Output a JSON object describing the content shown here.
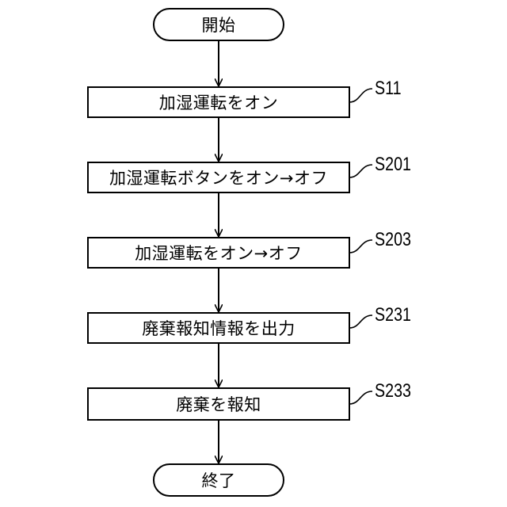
{
  "flowchart": {
    "start": "開始",
    "end": "終了",
    "steps": [
      {
        "id": "S11",
        "text": "加湿運転をオン"
      },
      {
        "id": "S201",
        "text": "加湿運転ボタンをオン→オフ"
      },
      {
        "id": "S203",
        "text": "加湿運転をオン→オフ"
      },
      {
        "id": "S231",
        "text": "廃棄報知情報を出力"
      },
      {
        "id": "S233",
        "text": "廃棄を報知"
      }
    ]
  }
}
